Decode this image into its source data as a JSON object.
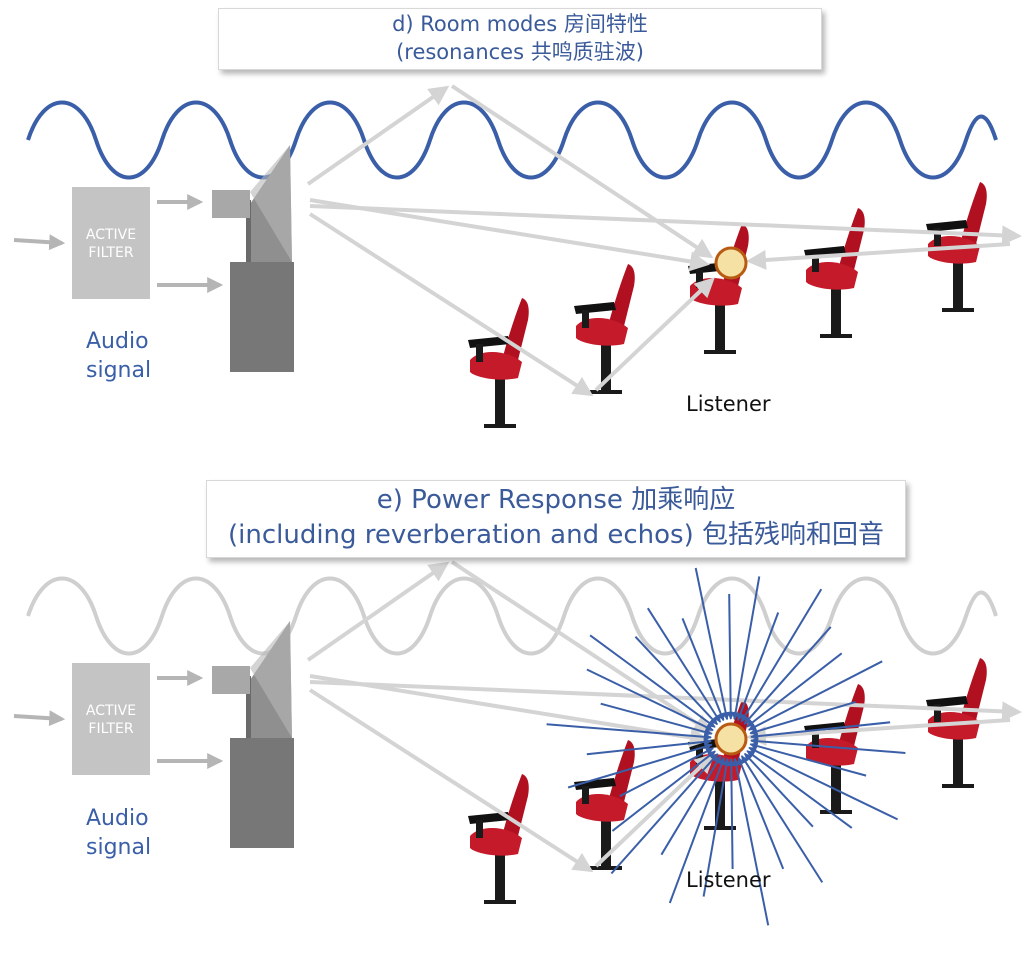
{
  "panels": [
    {
      "id": "d",
      "title_line1": "d) Room modes  房间特性",
      "title_line2": "(resonances 共鸣质驻波)",
      "filter_line1": "ACTIVE",
      "filter_line2": "FILTER",
      "audio_line1": "Audio",
      "audio_line2": "signal",
      "listener": "Listener",
      "wave_color": "#3a5fa8"
    },
    {
      "id": "e",
      "title_line1": "e) Power Response  加乘响应",
      "title_line2": "(including reverberation and echos) 包括残响和回音",
      "filter_line1": "ACTIVE",
      "filter_line2": "FILTER",
      "audio_line1": "Audio",
      "audio_line2": "signal",
      "listener": "Listener",
      "wave_color": "#cfcfcf",
      "burst_color": "#3a5fa8"
    }
  ]
}
